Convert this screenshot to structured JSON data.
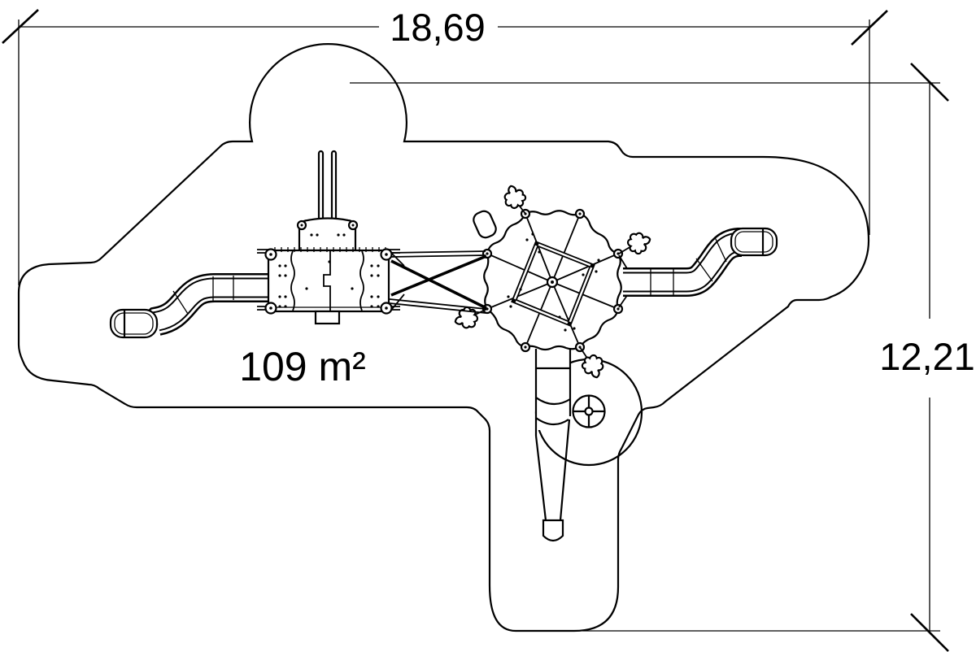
{
  "drawing": {
    "type": "playground safety-area plan view",
    "ink_color": "#000000",
    "background_color": "#ffffff"
  },
  "dimensions": {
    "width_label": "18,69",
    "height_label": "12,21"
  },
  "area": {
    "label": "109 m²"
  }
}
